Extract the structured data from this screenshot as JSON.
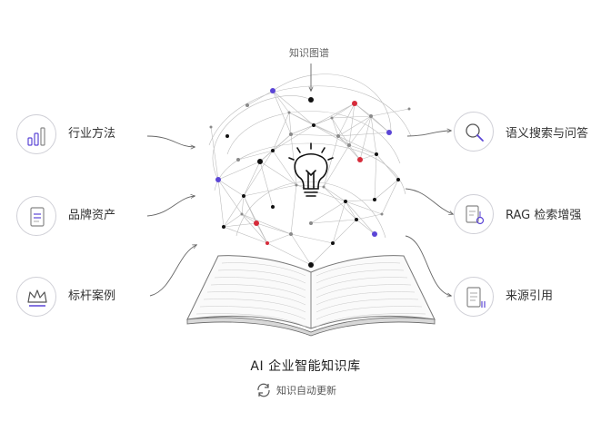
{
  "top_label": "知识图谱",
  "left_nodes": [
    {
      "label": "行业方法",
      "icon": "bar-chart-icon"
    },
    {
      "label": "品牌资产",
      "icon": "document-icon"
    },
    {
      "label": "标杆案例",
      "icon": "crown-icon"
    }
  ],
  "right_nodes": [
    {
      "label": "语义搜索与问答",
      "icon": "magnifier-icon"
    },
    {
      "label": "RAG 检索增强",
      "icon": "doc-search-icon"
    },
    {
      "label": "来源引用",
      "icon": "citation-doc-icon"
    }
  ],
  "title": "AI 企业智能知识库",
  "subtitle": "知识自动更新",
  "colors": {
    "accent": "#5b45d6",
    "highlight": "#d62b3a",
    "dot": "#111111"
  }
}
